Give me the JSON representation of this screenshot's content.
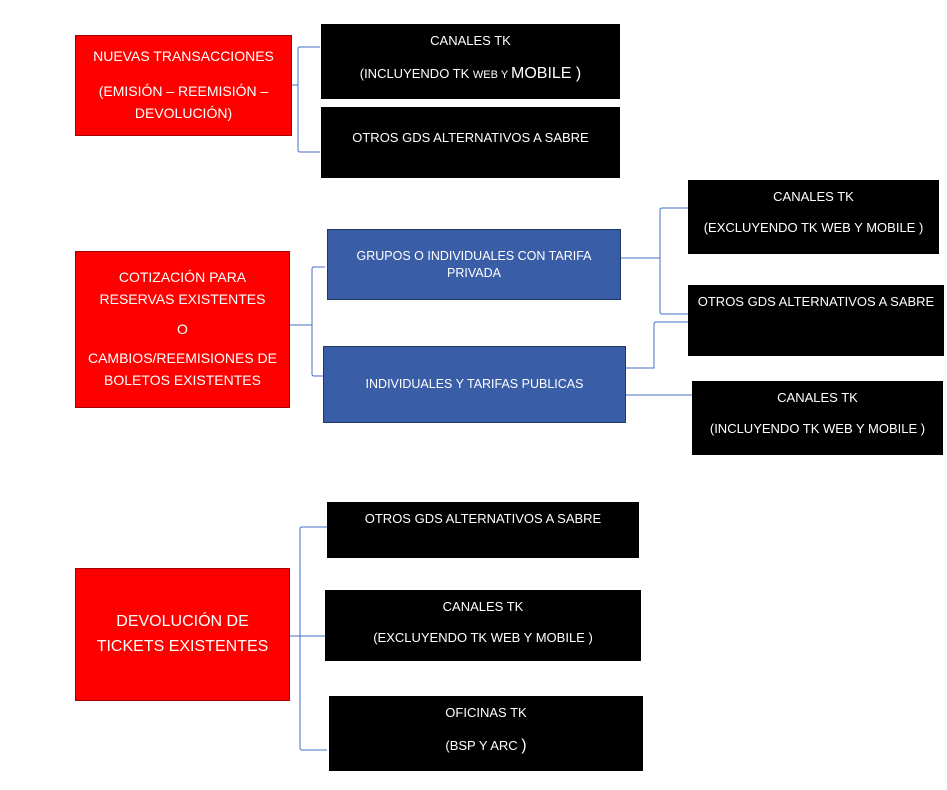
{
  "colors": {
    "red_box": "#ff0000",
    "black_box": "#000000",
    "blue_box": "#3a5da8",
    "connector": "#4472c4"
  },
  "section1": {
    "main": {
      "line1": "NUEVAS TRANSACCIONES",
      "line2": "(EMISIÓN – REEMISIÓN –",
      "line3": "DEVOLUCIÓN)"
    },
    "canales_incl": {
      "title": "CANALES TK",
      "sub_start": "(INCLUYENDO TK ",
      "sub_mid": "WEB Y ",
      "sub_big": "MOBILE )"
    },
    "otros_gds": {
      "title": "OTROS GDS ALTERNATIVOS A SABRE"
    }
  },
  "section2": {
    "main": {
      "line1": "COTIZACIÓN PARA",
      "line2": "RESERVAS EXISTENTES",
      "line3": "O",
      "line4": "CAMBIOS/REEMISIONES DE",
      "line5": "BOLETOS EXISTENTES"
    },
    "grupos": {
      "line1": "GRUPOS O INDIVIDUALES CON TARIFA",
      "line2": "PRIVADA"
    },
    "individuales": {
      "label": "INDIVIDUALES Y TARIFAS PUBLICAS"
    },
    "canales_excl": {
      "title": "CANALES TK",
      "sub": "(EXCLUYENDO  TK WEB Y MOBILE )"
    },
    "otros_gds": {
      "title": "OTROS GDS ALTERNATIVOS A SABRE"
    },
    "canales_incl": {
      "title": "CANALES TK",
      "sub": "(INCLUYENDO TK WEB Y MOBILE )"
    }
  },
  "section3": {
    "main": {
      "line1": "DEVOLUCIÓN DE",
      "line2": "TICKETS EXISTENTES"
    },
    "otros_gds": {
      "title": "OTROS GDS ALTERNATIVOS A SABRE"
    },
    "canales_excl": {
      "title": "CANALES TK",
      "sub": "(EXCLUYENDO TK WEB Y MOBILE )"
    },
    "oficinas": {
      "title": "OFICINAS TK",
      "sub_start": "(BSP Y ARC ",
      "sub_big": ")"
    }
  }
}
